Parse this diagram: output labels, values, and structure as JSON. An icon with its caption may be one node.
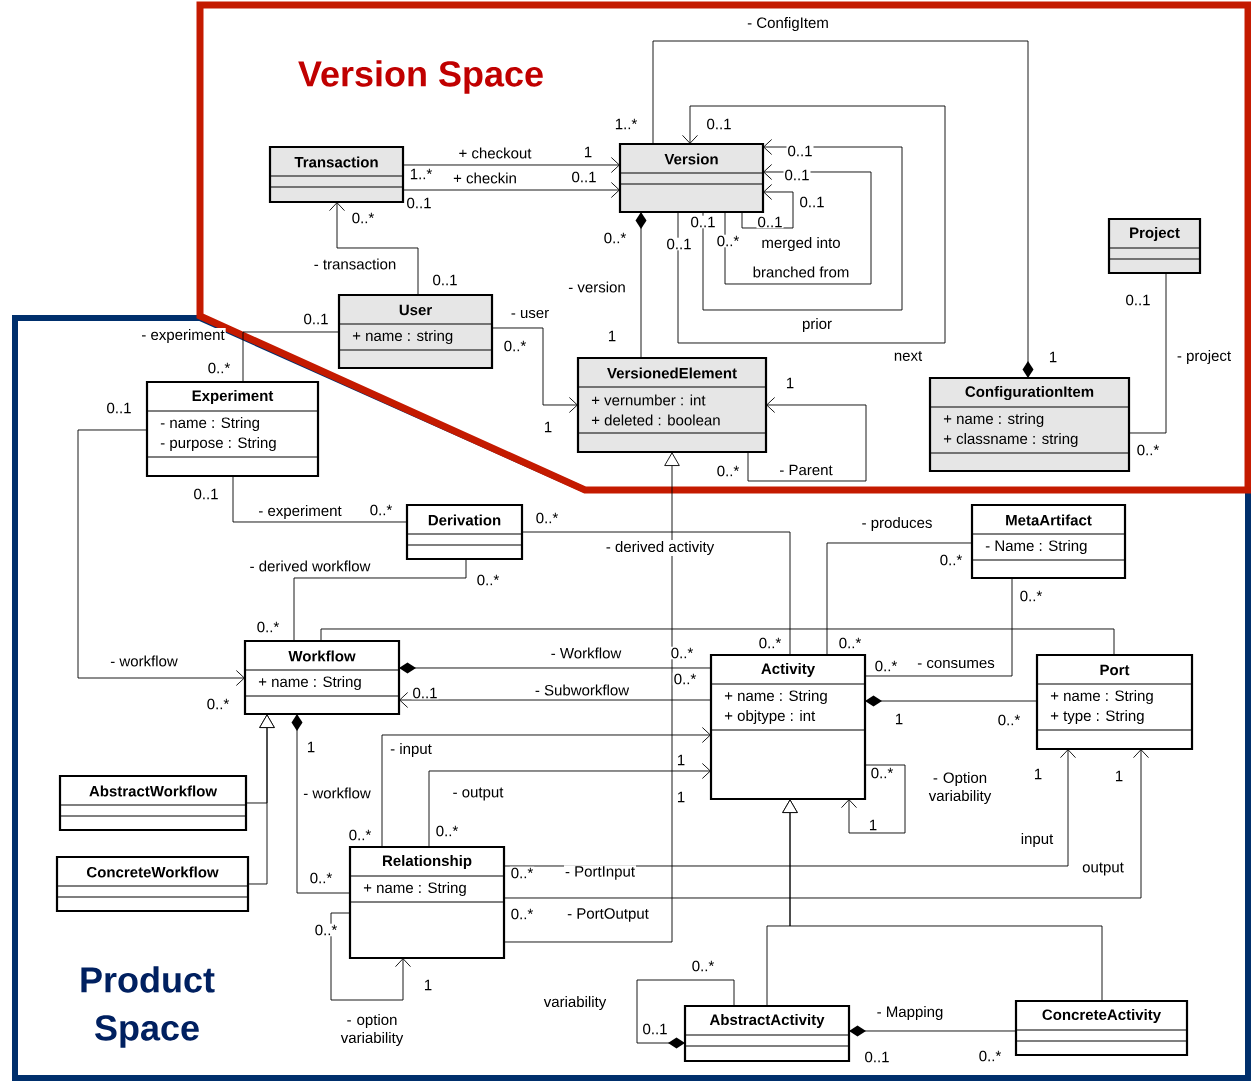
{
  "diagram": {
    "nodes": [
      {
        "text": [
          "Version Space"
        ]
      },
      {
        "text": [
          "Product Space"
        ]
      },
      {
        "text": [
          "Transaction"
        ],
        "in": 0
      },
      {
        "text": [
          "Version"
        ],
        "in": 0
      },
      {
        "text": [
          "User",
          "+ name : string"
        ],
        "in": 0
      },
      {
        "text": [
          "VersionedElement",
          "+ vernumber : int",
          "+ deleted : boolean"
        ],
        "in": 0
      },
      {
        "text": [
          "Project"
        ],
        "in": 0
      },
      {
        "text": [
          "ConfigurationItem",
          "+ name : string",
          "+ classname : string"
        ],
        "in": 0
      },
      {
        "text": [
          "Experiment",
          "- name : String",
          "- purpose : String"
        ],
        "in": 1
      },
      {
        "text": [
          "Derivation"
        ],
        "in": 1
      },
      {
        "text": [
          "MetaArtifact",
          "- Name : String"
        ],
        "in": 1
      },
      {
        "text": [
          "Workflow",
          "+ name : String"
        ],
        "in": 1
      },
      {
        "text": [
          "Activity",
          "+ name : String",
          "+ objtype : int"
        ],
        "in": 1
      },
      {
        "text": [
          "Port",
          "+ name : String",
          "+ type : String"
        ],
        "in": 1
      },
      {
        "text": [
          "AbstractWorkflow"
        ],
        "in": 1
      },
      {
        "text": [
          "ConcreteWorkflow"
        ],
        "in": 1
      },
      {
        "text": [
          "Relationship",
          "+ name : String"
        ],
        "in": 1
      },
      {
        "text": [
          "AbstractActivity"
        ],
        "in": 1
      },
      {
        "text": [
          "ConcreteActivity"
        ],
        "in": 1
      }
    ],
    "edges": [
      {
        "from": 2,
        "to": 3,
        "arrow": "to",
        "label": "+ checkout"
      },
      {
        "from": 2,
        "to": 3,
        "arrow": "to",
        "label": "+ checkin"
      },
      {
        "from": 4,
        "to": 2,
        "arrow": "to",
        "label": "- transaction"
      },
      {
        "from": 3,
        "to": 5,
        "arrow": "other",
        "label": "- version"
      },
      {
        "from": 4,
        "to": 5,
        "arrow": "to",
        "label": "- user"
      },
      {
        "from": 4,
        "to": 8,
        "arrow": "none",
        "label": "- experiment"
      },
      {
        "from": 3,
        "to": 3,
        "arrow": "to",
        "label": "next"
      },
      {
        "from": 3,
        "to": 3,
        "arrow": "to",
        "label": "prior"
      },
      {
        "from": 3,
        "to": 3,
        "arrow": "to",
        "label": "branched from"
      },
      {
        "from": 3,
        "to": 3,
        "arrow": "to",
        "label": "merged into"
      },
      {
        "from": 7,
        "to": 3,
        "arrow": "other",
        "label": "- ConfigItem"
      },
      {
        "from": 6,
        "to": 7,
        "arrow": "none",
        "label": "- project"
      },
      {
        "from": 5,
        "to": 5,
        "arrow": "to",
        "label": "- Parent"
      },
      {
        "from": 16,
        "to": 5,
        "arrow": "to"
      },
      {
        "from": 8,
        "to": 11,
        "arrow": "to",
        "label": "- workflow"
      },
      {
        "from": 8,
        "to": 9,
        "arrow": "none",
        "label": "- experiment"
      },
      {
        "from": 9,
        "to": 11,
        "arrow": "none",
        "label": "- derived workflow"
      },
      {
        "from": 9,
        "to": 12,
        "arrow": "none",
        "label": "- derived activity"
      },
      {
        "from": 12,
        "to": 10,
        "arrow": "none",
        "label": "- produces"
      },
      {
        "from": 12,
        "to": 10,
        "arrow": "none",
        "label": "- consumes"
      },
      {
        "from": 11,
        "to": 13,
        "arrow": "none"
      },
      {
        "from": 11,
        "to": 12,
        "arrow": "other",
        "label": "- Workflow"
      },
      {
        "from": 12,
        "to": 11,
        "arrow": "to",
        "label": "- Subworkflow"
      },
      {
        "from": 12,
        "to": 13,
        "arrow": "other"
      },
      {
        "from": 11,
        "to": 16,
        "arrow": "other",
        "label": "- workflow"
      },
      {
        "from": 14,
        "to": 11,
        "arrow": "to"
      },
      {
        "from": 15,
        "to": 11,
        "arrow": "to"
      },
      {
        "from": 16,
        "to": 12,
        "arrow": "to",
        "label": "- input"
      },
      {
        "from": 16,
        "to": 12,
        "arrow": "to",
        "label": "- output"
      },
      {
        "from": 12,
        "to": 12,
        "arrow": "to",
        "label": "- Option variability"
      },
      {
        "from": 16,
        "to": 13,
        "arrow": "to",
        "label": "- PortInput"
      },
      {
        "from": 16,
        "to": 13,
        "arrow": "to",
        "label": "- PortOutput"
      },
      {
        "from": 16,
        "to": 16,
        "arrow": "to",
        "label": "- option variability"
      },
      {
        "from": 17,
        "to": 12,
        "arrow": "to"
      },
      {
        "from": 18,
        "to": 12,
        "arrow": "to"
      },
      {
        "from": 17,
        "to": 17,
        "arrow": "other",
        "label": "variability"
      },
      {
        "from": 17,
        "to": 18,
        "arrow": "other",
        "label": "- Mapping"
      }
    ],
    "labels": [
      "1..*",
      "0..1",
      "1",
      "0..1",
      "1..*",
      "0..1",
      "0..1",
      "0..1",
      "0..1",
      "0..*",
      "0..1",
      "0..1",
      "0..*",
      "0..1",
      "0..*",
      "0..1",
      "0..1",
      "0..1",
      "1",
      "0..*",
      "1",
      "0..*",
      "1",
      "0..1",
      "1",
      "0..*",
      "0..*",
      "0..1",
      "0..*",
      "0..*",
      "0..*",
      "0..*",
      "0..*",
      "0..*",
      "0..*",
      "0..*",
      "0..*",
      "0..*",
      "0..*",
      "0..1",
      "0..*",
      "1",
      "0..*",
      "1",
      "1",
      "0..*",
      "1",
      "1",
      "1",
      "1",
      "0..*",
      "0..*",
      "input",
      "0..*",
      "output",
      "0..*",
      "0..*",
      "0..*",
      "0..*",
      "1",
      "0..1",
      "0..1",
      "0..*"
    ]
  }
}
